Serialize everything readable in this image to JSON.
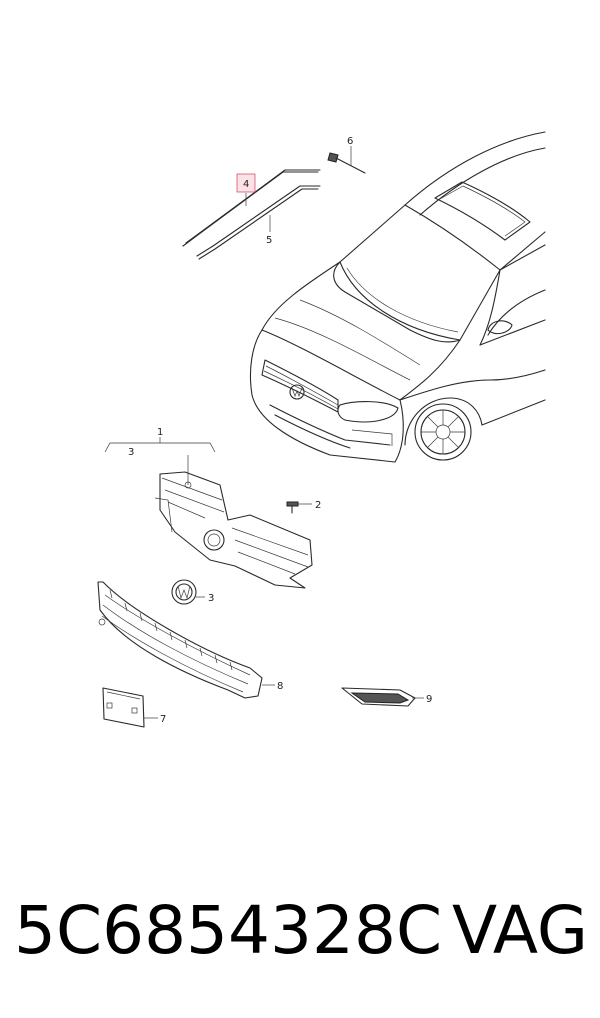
{
  "callouts": {
    "c1": "1",
    "c2": "2",
    "c3a": "3",
    "c3b": "3",
    "c4": "4",
    "c5": "5",
    "c6": "6",
    "c7": "7",
    "c8": "8",
    "c9": "9"
  },
  "highlight_color": "#fbe2e6",
  "part_number": "5C6854328C",
  "brand": "VAG"
}
